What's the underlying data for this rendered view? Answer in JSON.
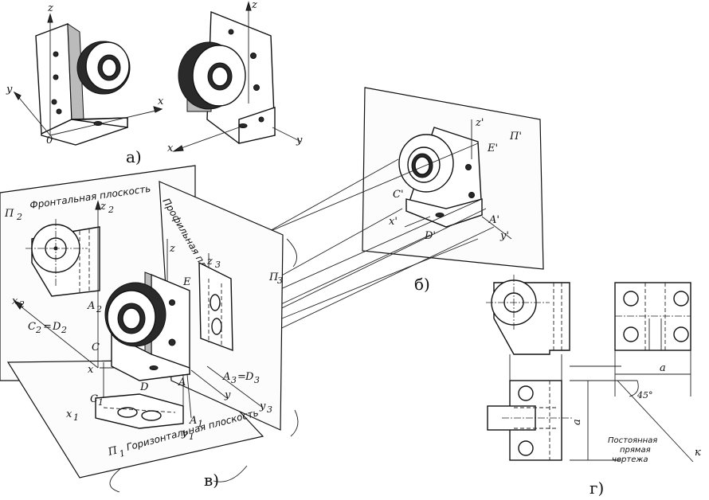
{
  "captions": {
    "a": "а)",
    "b": "б)",
    "v": "в)",
    "g": "г)"
  },
  "plane_labels": {
    "frontal_symbol": "П",
    "frontal_sub": "2",
    "frontal_text": "Фронтальная плоскость",
    "profile_text": "Профильная плоскость",
    "profile_symbol": "П",
    "profile_sub": "3",
    "horizontal_symbol": "П",
    "horizontal_sub": "1",
    "horizontal_text": "Горизонтальная плоскость",
    "picture_plane": "П'"
  },
  "axis_labels": {
    "a_z1": "z",
    "a_y1": "y",
    "a_x1": "x",
    "a_o": "0",
    "a_z2": "z",
    "a_x2": "x",
    "a_y2": "y",
    "b_z": "z'",
    "b_x": "x'",
    "b_y": "y'",
    "v_z2": "z",
    "v_z2_sub": "2",
    "v_x2": "x",
    "v_x2_sub": "2",
    "v_z": "z",
    "v_x": "x",
    "v_y": "y",
    "v_z3": "z",
    "v_z3_sub": "3",
    "v_y3": "y",
    "v_y3_sub": "3",
    "v_x1": "x",
    "v_x1_sub": "1",
    "v_y1": "y",
    "v_y1_sub": "1"
  },
  "point_labels": {
    "b_C": "C'",
    "b_D": "D'",
    "b_E": "E'",
    "b_A": "A'",
    "v_A2": "A",
    "v_A2_sub": "2",
    "v_C2D2": "C",
    "v_C2D2_sub": "2",
    "v_eq": "=",
    "v_D2": "D",
    "v_D2_sub": "2",
    "v_C": "C",
    "v_D": "D",
    "v_E": "E",
    "v_A": "A",
    "v_C1": "C",
    "v_C1_sub": "1",
    "v_A1": "A",
    "v_A1_sub": "1",
    "v_A3": "A",
    "v_A3_sub": "3",
    "v_eq3": "=",
    "v_D3": "D",
    "v_D3_sub": "3"
  },
  "drawing_g": {
    "dim_a_horizontal": "a",
    "dim_a_vertical": "a",
    "angle": "45°",
    "constant_line_note": [
      "Постоянная",
      "прямая",
      "чертежа"
    ],
    "k_label": "к"
  }
}
